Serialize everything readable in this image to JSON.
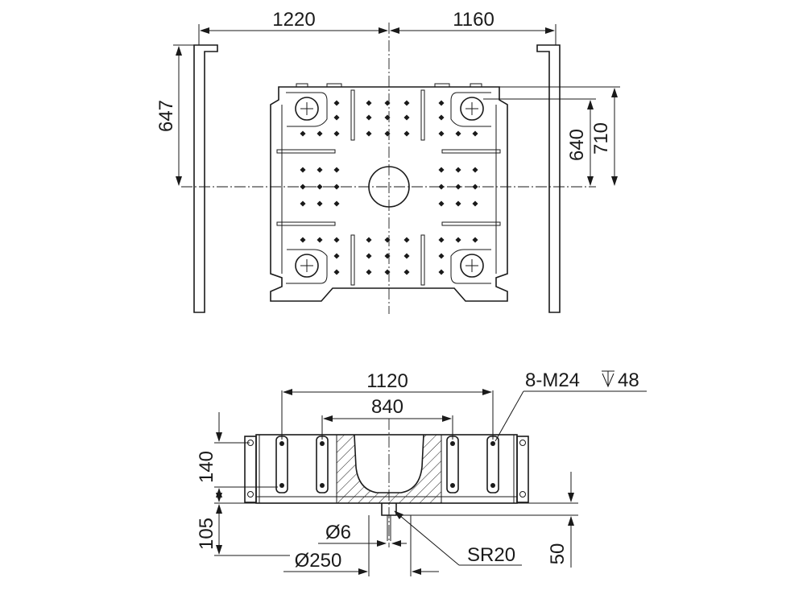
{
  "top_view": {
    "dims": {
      "left_width": "1220",
      "right_width": "1160",
      "height_left": "647",
      "height_inner": "640",
      "height_outer": "710"
    }
  },
  "section_view": {
    "dims": {
      "width_outer": "1120",
      "width_inner": "840",
      "bolt_callout": "8-M24",
      "bolt_depth": "48",
      "slot_height": "140",
      "base_height": "105",
      "pin_dia": "Ø6",
      "bore_dia": "Ø250",
      "sphere_radius": "SR20",
      "pin_height": "50"
    }
  }
}
